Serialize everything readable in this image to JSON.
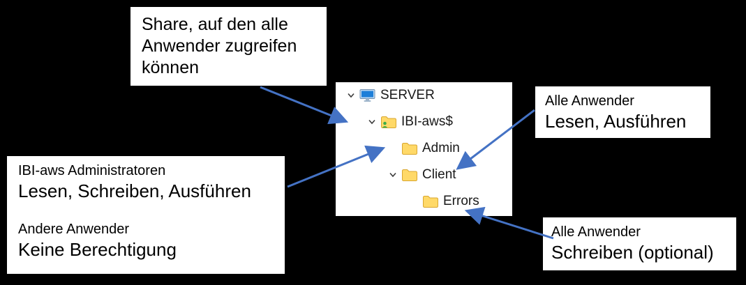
{
  "callouts": {
    "share": {
      "text": "Share, auf den alle\nAnwender zugreifen\nkönnen"
    },
    "client_permissions": {
      "title": "Alle Anwender",
      "detail": "Lesen, Ausführen"
    },
    "admin_permissions": {
      "group1_title": "IBI-aws Administratoren",
      "group1_detail": "Lesen, Schreiben, Ausführen",
      "group2_title": "Andere Anwender",
      "group2_detail": "Keine Berechtigung"
    },
    "errors_permissions": {
      "title": "Alle Anwender",
      "detail": "Schreiben (optional)"
    }
  },
  "tree": {
    "items": [
      {
        "label": "SERVER",
        "icon": "computer-icon",
        "expanded": true
      },
      {
        "label": "IBI-aws$",
        "icon": "shared-folder-icon",
        "expanded": true
      },
      {
        "label": "Admin",
        "icon": "folder-icon",
        "expanded": false
      },
      {
        "label": "Client",
        "icon": "folder-icon",
        "expanded": true
      },
      {
        "label": "Errors",
        "icon": "folder-icon",
        "expanded": false
      }
    ]
  },
  "colors": {
    "background": "#000000",
    "arrow": "#4472C4",
    "folder_fill": "#FFD968",
    "folder_edge": "#D9A62E",
    "screen_blue": "#1E7FD8",
    "share_green": "#3BAD4A",
    "box_background": "#FFFFFF",
    "text": "#000000"
  }
}
